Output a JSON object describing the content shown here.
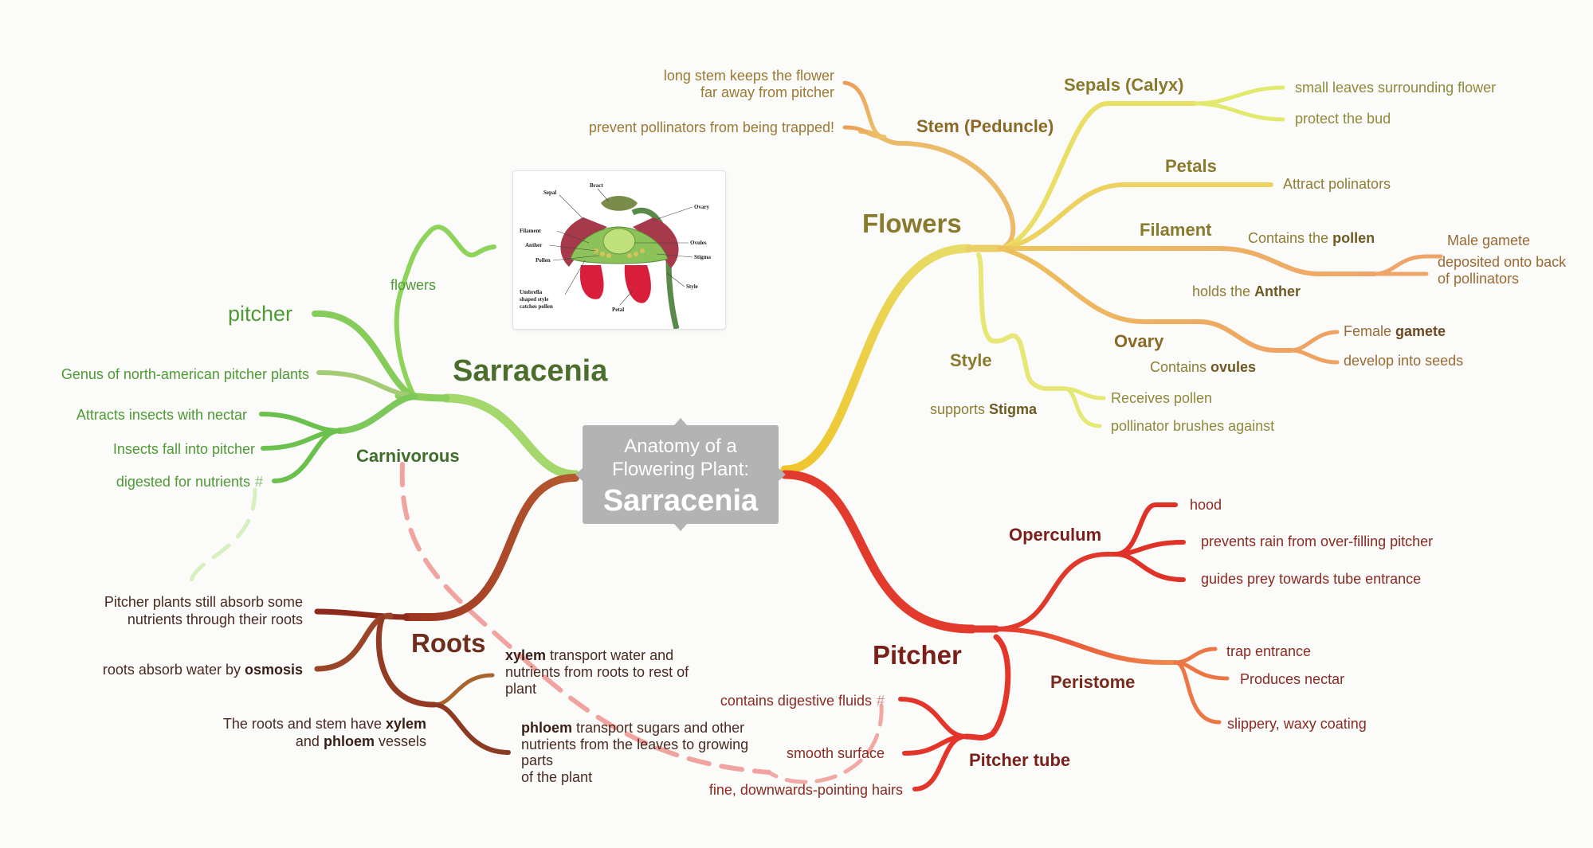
{
  "central": {
    "line1": "Anatomy of a",
    "line2": "Flowering Plant:",
    "title": "Sarracenia"
  },
  "sarracenia": {
    "label": "Sarracenia",
    "flowers": "flowers",
    "pitcher": "pitcher",
    "genus": "Genus of north-american pitcher plants",
    "carnivorous": {
      "label": "Carnivorous",
      "attracts": "Attracts insects with nectar",
      "fall": "Insects fall into pitcher",
      "digested": "digested for nutrients",
      "hash": "#"
    }
  },
  "flowers": {
    "label": "Flowers",
    "stem": {
      "label": "Stem (Peduncle)",
      "long1": "long stem keeps the flower",
      "long2": "far away from pitcher",
      "prevent": "prevent pollinators from being trapped!"
    },
    "sepals": {
      "label": "Sepals (Calyx)",
      "small": "small leaves surrounding flower",
      "protect": "protect the bud"
    },
    "petals": {
      "label": "Petals",
      "attract": "Attract polinators"
    },
    "filament": {
      "label": "Filament",
      "contains_pre": "Contains the ",
      "contains_bold": "pollen",
      "male": "Male gamete",
      "dep1": "deposited onto back",
      "dep2": "of pollinators",
      "holds_pre": "holds the ",
      "holds_bold": "Anther"
    },
    "ovary": {
      "label": "Ovary",
      "contains_pre": "Contains ",
      "contains_bold": "ovules",
      "female_pre": "Female ",
      "female_bold": "gamete",
      "develop": "develop into seeds"
    },
    "style": {
      "label": "Style",
      "supports_pre": "supports ",
      "supports_bold": "Stigma",
      "receives": "Receives pollen",
      "brushes": "pollinator brushes against"
    }
  },
  "pitcher": {
    "label": "Pitcher",
    "operculum": {
      "label": "Operculum",
      "hood": "hood",
      "prevents": "prevents rain from over-filling pitcher",
      "guides": "guides prey towards tube entrance"
    },
    "peristome": {
      "label": "Peristome",
      "trap": "trap entrance",
      "nectar": "Produces nectar",
      "slippery": "slippery, waxy coating"
    },
    "tube": {
      "label": "Pitcher tube",
      "contains": "contains digestive fluids",
      "hash": "#",
      "smooth": "smooth surface",
      "fine": "fine, downwards-pointing hairs"
    }
  },
  "roots": {
    "label": "Roots",
    "absorb1": "Pitcher plants still absorb some",
    "absorb2": "nutrients through their roots",
    "osmosis_pre": "roots absorb water by ",
    "osmosis_bold": "osmosis",
    "vessels_pre1": "The roots and stem have ",
    "vessels_bold1": "xylem",
    "vessels_pre2": "and ",
    "vessels_bold2": "phloem",
    "vessels_post2": " vessels",
    "xylem_bold": "xylem",
    "xylem_rest1": " transport water and",
    "xylem_line2": "nutrients from roots to rest of",
    "xylem_line3": "plant",
    "phloem_bold": "phloem",
    "phloem_rest1": " transport sugars and other",
    "phloem_line2": "nutrients from the leaves to growing",
    "phloem_line3": "parts",
    "phloem_line4": "of the plant"
  },
  "figure": {
    "sepal": "Sepal",
    "bract": "Bract",
    "ovary": "Ovary",
    "filament": "Filament",
    "ovules": "Ovules",
    "anther": "Anther",
    "stigma": "Stigma",
    "pollen": "Pollen",
    "style": "Style",
    "umb1": "Umbrella",
    "umb2": "shaped style",
    "umb3": "catches pollen",
    "petal": "Petal"
  },
  "colors": {
    "sarracenia": "#4c6e2c",
    "carnivorous": "#4d8a34",
    "green_text": "#4e9a35",
    "flowers": "#8a7a2c",
    "flowers_text": "#8f7d34",
    "pitcher": "#7a1f1a",
    "pitcher_text": "#8a2a22",
    "roots": "#6d2e1c",
    "roots_text": "#4a2a20"
  }
}
